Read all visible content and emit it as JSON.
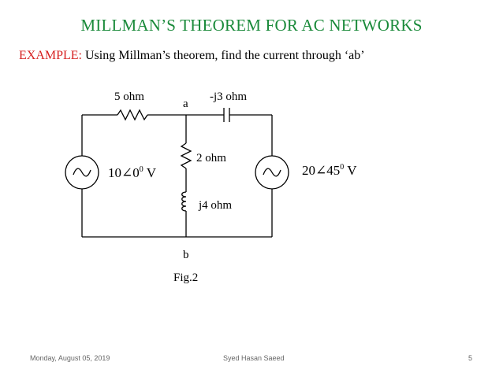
{
  "slide": {
    "title": "MILLMAN’S THEOREM  FOR AC NETWORKS",
    "example_label": "EXAMPLE:",
    "example_text": " Using Millman’s theorem, find the current through ‘ab’"
  },
  "diagram": {
    "resistor_left_label": "5 ohm",
    "capacitor_label": "-j3 ohm",
    "node_a_label": "a",
    "node_b_label": "b",
    "resistor_mid_label": "2 ohm",
    "inductor_label": "j4 ohm",
    "source_left": {
      "magnitude": "10",
      "angle": "0",
      "degree_sup": "0",
      "unit": "V"
    },
    "source_right": {
      "magnitude": "20",
      "angle": "45",
      "degree_sup": "0",
      "unit": "V"
    },
    "figure_caption": "Fig.2"
  },
  "footer": {
    "date": "Monday, August 05, 2019",
    "author": "Syed Hasan Saeed",
    "page_number": "5"
  }
}
